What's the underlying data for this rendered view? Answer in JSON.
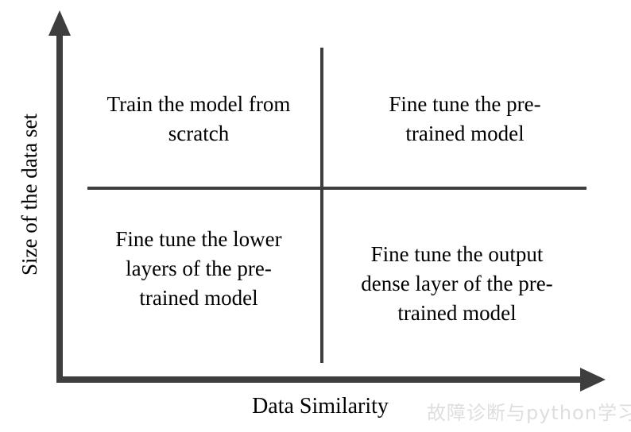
{
  "diagram": {
    "type": "quadrant-matrix",
    "x_axis": {
      "label": "Data Similarity"
    },
    "y_axis": {
      "label": "Size of the data set"
    },
    "quadrants": {
      "top_left": "Train the model from\nscratch",
      "top_right": "Fine tune the pre-\ntrained model",
      "bottom_left": "Fine tune the lower\nlayers of the pre-\ntrained model",
      "bottom_right": "Fine tune the output\ndense layer of the pre-\ntrained model"
    },
    "watermark": "故障诊断与python学习",
    "colors": {
      "axis": "#3e3e3e",
      "text": "#000000",
      "watermark": "#dedede",
      "background": "#ffffff"
    }
  }
}
